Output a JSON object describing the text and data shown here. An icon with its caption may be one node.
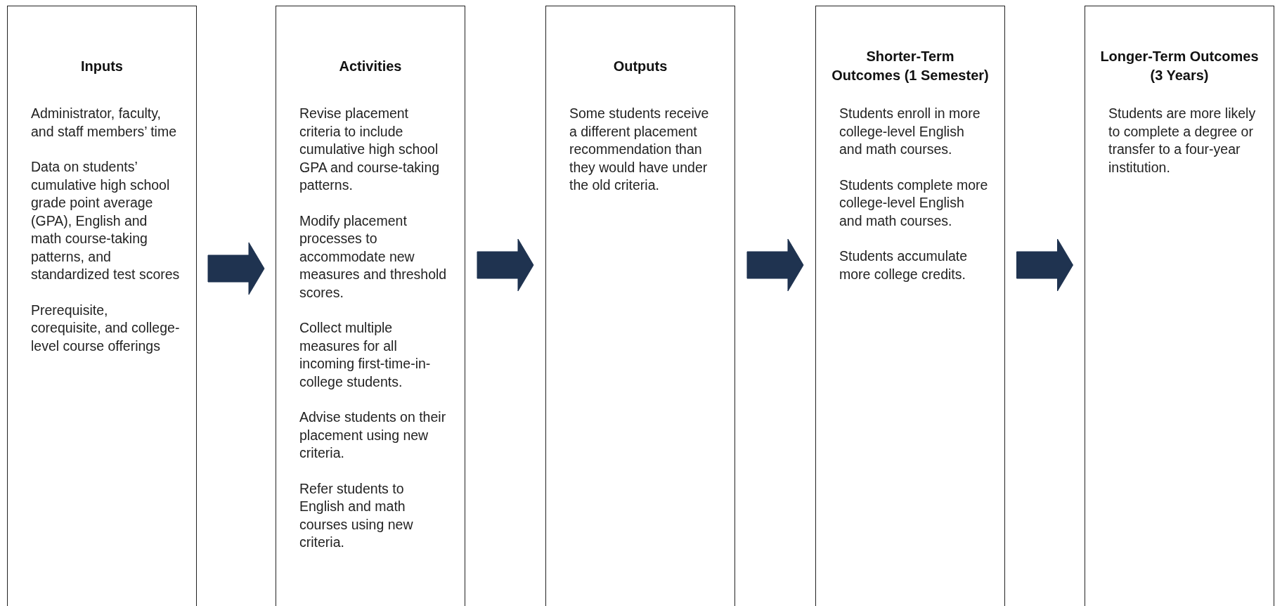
{
  "diagram": {
    "nodes": [
      {
        "text": [
          "Inputs",
          "Administrator, faculty, and staff members’ time",
          "Data on students’ cumulative high school grade point average (GPA), English and math course-taking patterns, and standardized test scores",
          "Prerequisite, corequisite, and college-level course offerings"
        ]
      },
      {
        "text": [
          "Activities",
          "Revise placement criteria to include cumulative high school GPA and course-taking patterns.",
          "Modify placement processes to accommodate new measures and threshold scores.",
          "Collect multiple measures for all incoming first-time-in-college students.",
          "Advise students on their placement using new criteria.",
          "Refer students to English and math courses using new criteria."
        ]
      },
      {
        "text": [
          "Outputs",
          "Some students receive a different placement recommendation than they would have under the old criteria."
        ]
      },
      {
        "text": [
          "Shorter-Term Outcomes (1 Semester)",
          "Students enroll in more college-level English and math courses.",
          "Students complete more college-level English and math courses.",
          "Students accumulate more college credits."
        ]
      },
      {
        "text": [
          "Longer-Term Outcomes (3 Years)",
          "Students are more likely to complete a degree or transfer to a four-year institution."
        ]
      }
    ],
    "edges": [
      {
        "from": 0,
        "to": 1,
        "arrow": "to"
      },
      {
        "from": 1,
        "to": 2,
        "arrow": "to"
      },
      {
        "from": 2,
        "to": 3,
        "arrow": "to"
      },
      {
        "from": 3,
        "to": 4,
        "arrow": "to"
      }
    ]
  }
}
